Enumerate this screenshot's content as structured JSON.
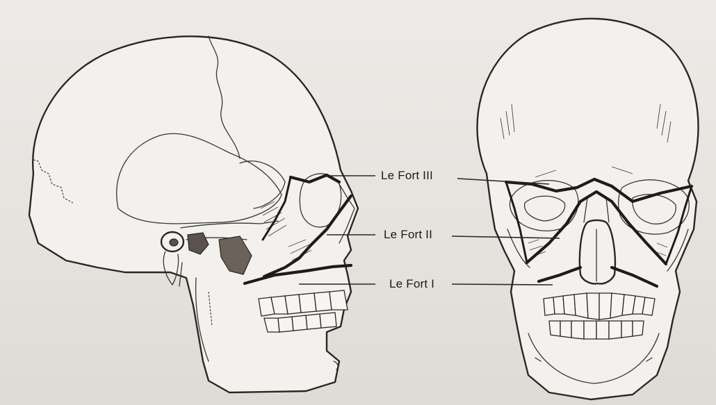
{
  "labels": {
    "le_fort_iii": "Le Fort III",
    "le_fort_ii": "Le Fort II",
    "le_fort_i": "Le Fort I"
  },
  "colors": {
    "background": "#e9e6e3",
    "bone": "#f3f1ee",
    "ink": "#2b2623",
    "fracture_line": "#1f1b19"
  }
}
